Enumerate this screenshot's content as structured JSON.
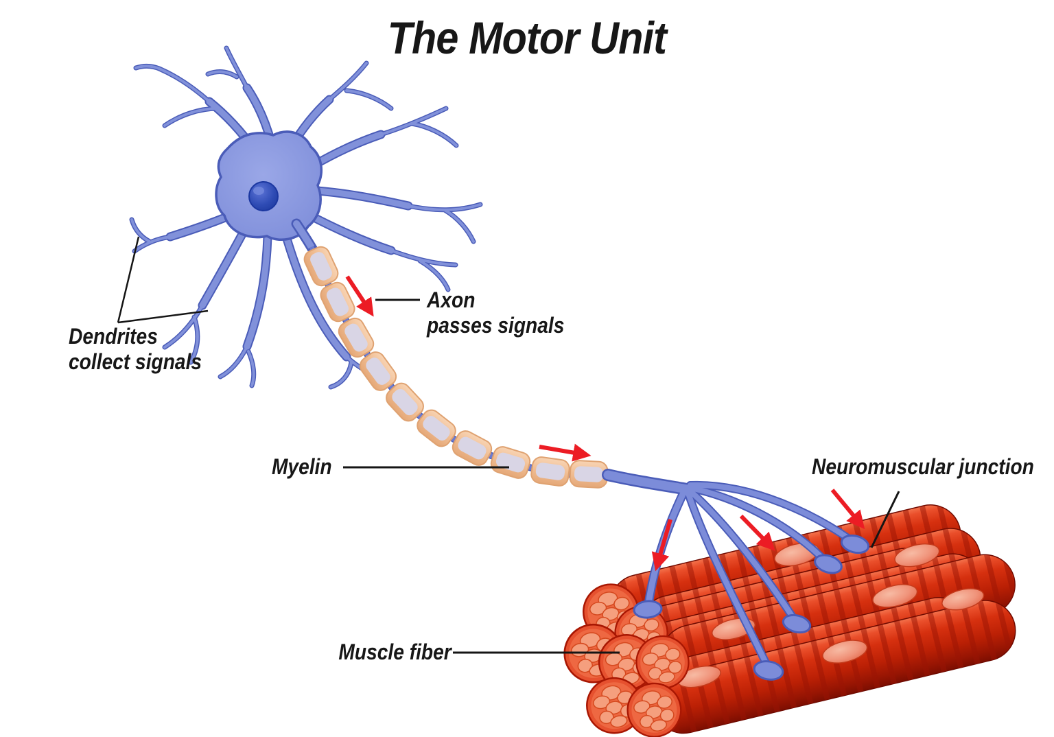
{
  "title": "The Motor Unit",
  "labels": {
    "dendrites": {
      "line1": "Dendrites",
      "line2": "collect signals"
    },
    "axon": {
      "line1": "Axon",
      "line2": "passes signals"
    },
    "myelin": "Myelin",
    "neuromuscular_junction": "Neuromuscular junction",
    "muscle_fiber": "Muscle fiber"
  },
  "colors": {
    "neuron_body": "#8392dc",
    "neuron_outline": "#4a5cb8",
    "neuron_nucleus": "#2f4cb5",
    "myelin_sheath": "#f0bd92",
    "axon_core": "#d9d5e5",
    "node_of_ranvier": "#6b7bd0",
    "muscle_red": "#c01f05",
    "muscle_highlight": "#f4744e",
    "muscle_nucleus_pink": "#f0937a",
    "fiber_cross_section": "#ee6842",
    "arrow_red": "#ec1c24",
    "pointer_line_black": "#151515",
    "label_text": "#171717"
  }
}
